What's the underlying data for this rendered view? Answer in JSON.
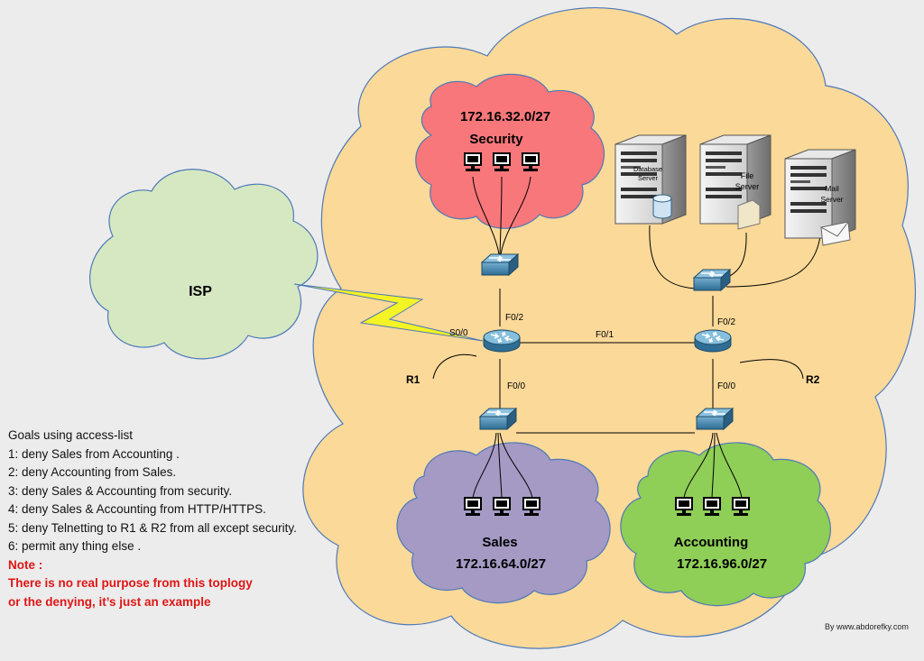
{
  "clouds": {
    "isp": {
      "label": "ISP"
    },
    "security": {
      "subnet": "172.16.32.0/27",
      "name": "Security"
    },
    "sales": {
      "name": "Sales",
      "subnet": "172.16.64.0/27"
    },
    "accounting": {
      "name": "Accounting",
      "subnet": "172.16.96.0/27"
    }
  },
  "routers": {
    "r1": "R1",
    "r2": "R2"
  },
  "ports": {
    "r1_serial": "S0/0",
    "r1_up": "F0/2",
    "r1_link": "F0/1",
    "r1_down": "F0/0",
    "r2_up": "F0/2",
    "r2_down": "F0/0"
  },
  "servers": {
    "database": [
      "Database",
      "Server"
    ],
    "file": [
      "File",
      "Server"
    ],
    "mail": [
      "Mail",
      "Server"
    ]
  },
  "goals": {
    "title": "Goals using access-list",
    "items": [
      "1: deny Sales from Accounting .",
      "2: deny Accounting from Sales.",
      "3: deny Sales & Accounting from security.",
      "4: deny Sales & Accounting from HTTP/HTTPS.",
      "5: deny Telnetting to R1 & R2 from all except security.",
      "6: permit any thing else ."
    ],
    "note_title": "Note :",
    "note_lines": [
      "There is no real purpose from this toplogy",
      "or the denying, it’s just an example"
    ]
  },
  "credit": "By www.abdorefky.com",
  "colors": {
    "main_cloud": "#fbd999",
    "isp_cloud": "#d6e8c2",
    "security_cloud": "#f7777a",
    "sales_cloud": "#a59ac4",
    "accounting_cloud": "#8fce57",
    "device": "#3f7fa5",
    "note_red": "#e01515"
  }
}
